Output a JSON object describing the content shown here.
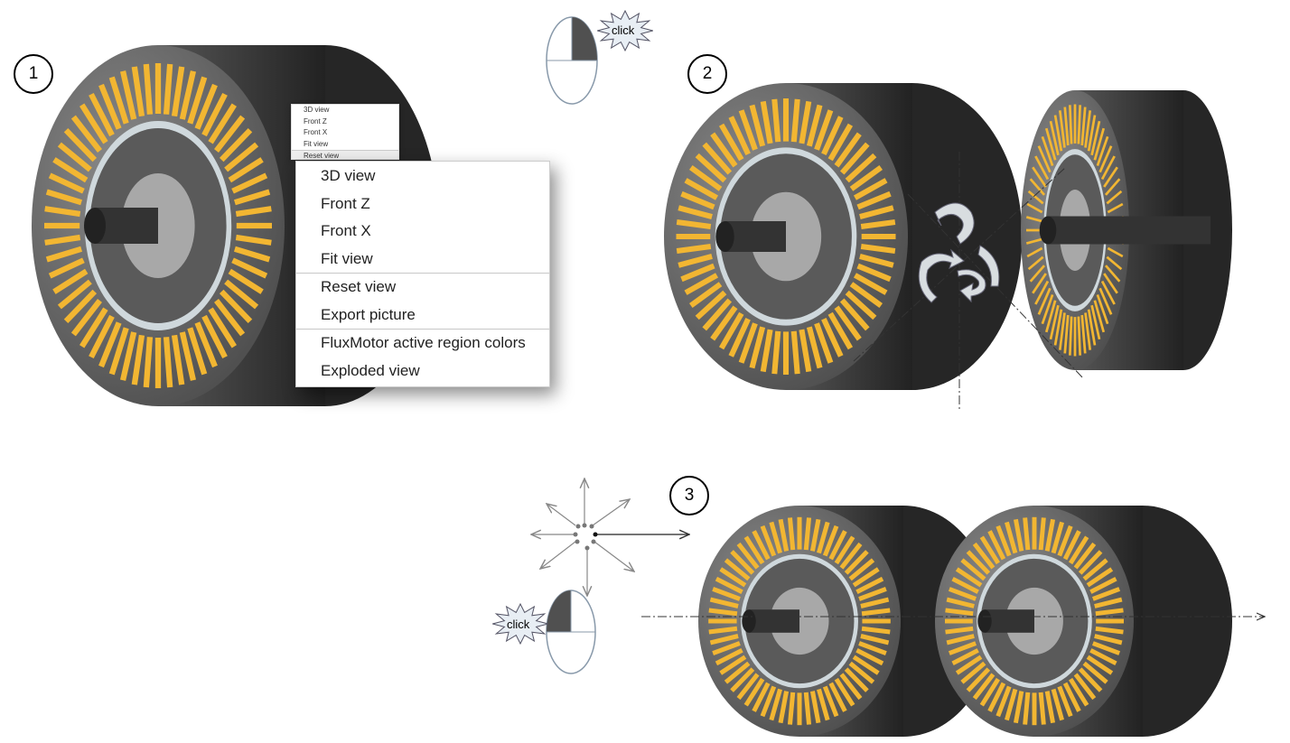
{
  "steps": [
    "1",
    "2",
    "3"
  ],
  "click_label": "click",
  "menu_small": [
    "3D view",
    "Front Z",
    "Front X",
    "Fit view",
    "Reset view"
  ],
  "menu": {
    "groups": [
      [
        "3D view",
        "Front Z",
        "Front X",
        "Fit view"
      ],
      [
        "Reset view",
        "Export picture"
      ],
      [
        "FluxMotor active region colors",
        "Exploded view"
      ]
    ]
  },
  "colors": {
    "teeth": "#f2b632",
    "body": "#3a3a3a",
    "face": "#6a6a6a",
    "hub": "#a8a8a8"
  }
}
